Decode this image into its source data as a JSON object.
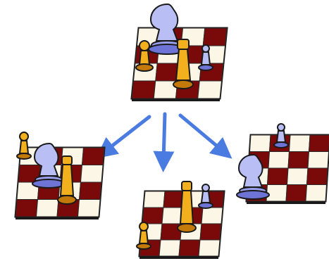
{
  "colors": {
    "dark_square": "#7a0a0a",
    "light_square": "#fbf6e6",
    "board_edge": "#1a1a1a",
    "gold_piece": "#f2b01e",
    "gold_shadow": "#c47a0a",
    "blue_piece": "#b9bff5",
    "blue_shadow": "#6d74d6",
    "arrow": "#4a7be0"
  },
  "boards": [
    {
      "name": "top-board",
      "pieces": [
        "blue-knight",
        "gold-pawn",
        "gold-king",
        "blue-pawn"
      ]
    },
    {
      "name": "left-board",
      "pieces": [
        "gold-pawn",
        "blue-knight",
        "gold-king"
      ]
    },
    {
      "name": "bottom-board",
      "pieces": [
        "gold-king",
        "blue-pawn",
        "gold-pawn"
      ]
    },
    {
      "name": "right-board",
      "pieces": [
        "blue-pawn",
        "blue-knight"
      ]
    }
  ],
  "arrows": [
    "arrow-left",
    "arrow-down",
    "arrow-right"
  ]
}
